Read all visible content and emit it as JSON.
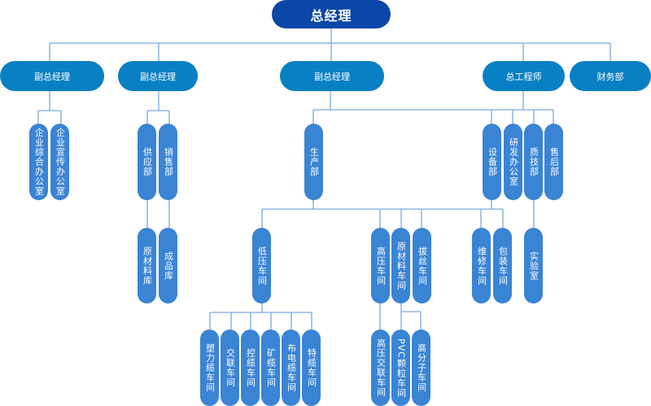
{
  "chart_title": "组织架构图",
  "root": {
    "label": "总经理"
  },
  "level2": [
    {
      "label": "副总经理"
    },
    {
      "label": "副总经理"
    },
    {
      "label": "副总经理"
    },
    {
      "label": "总工程师"
    },
    {
      "label": "财务部"
    }
  ],
  "level3": {
    "vp1": [
      {
        "label": "企业综合办公室"
      },
      {
        "label": "企业宣传办公室"
      }
    ],
    "vp2": [
      {
        "label": "供应部"
      },
      {
        "label": "销售部"
      }
    ],
    "vp3": [
      {
        "label": "生产部"
      }
    ],
    "chief_engineer": [
      {
        "label": "设备部"
      },
      {
        "label": "研发办公室"
      },
      {
        "label": "质技部"
      },
      {
        "label": "售后部"
      }
    ]
  },
  "level4": {
    "supply": [
      {
        "label": "原材料库"
      }
    ],
    "sales": [
      {
        "label": "成品库"
      }
    ],
    "production": [
      {
        "label": "低压车间"
      },
      {
        "label": "高压车间"
      },
      {
        "label": "原材料车间"
      },
      {
        "label": "拔丝车间"
      },
      {
        "label": "维修车间"
      },
      {
        "label": "包装车间"
      }
    ],
    "quality": [
      {
        "label": "实验室"
      }
    ]
  },
  "level5": {
    "low_voltage": [
      {
        "label": "塑力缆车间"
      },
      {
        "label": "交联车间"
      },
      {
        "label": "控缆车间"
      },
      {
        "label": "矿缆车间"
      },
      {
        "label": "布电缆车间"
      },
      {
        "label": "特缆车间"
      }
    ],
    "high_voltage": [
      {
        "label": "高压交联车间"
      }
    ],
    "raw_material": [
      {
        "label": "PVC颗粒车间"
      },
      {
        "label": "高分子车间"
      }
    ]
  },
  "colors": {
    "root": "#0b47a8",
    "level2": "#0a80c4",
    "leaf": "#3a84d4",
    "connector": "#7aa9dc"
  }
}
